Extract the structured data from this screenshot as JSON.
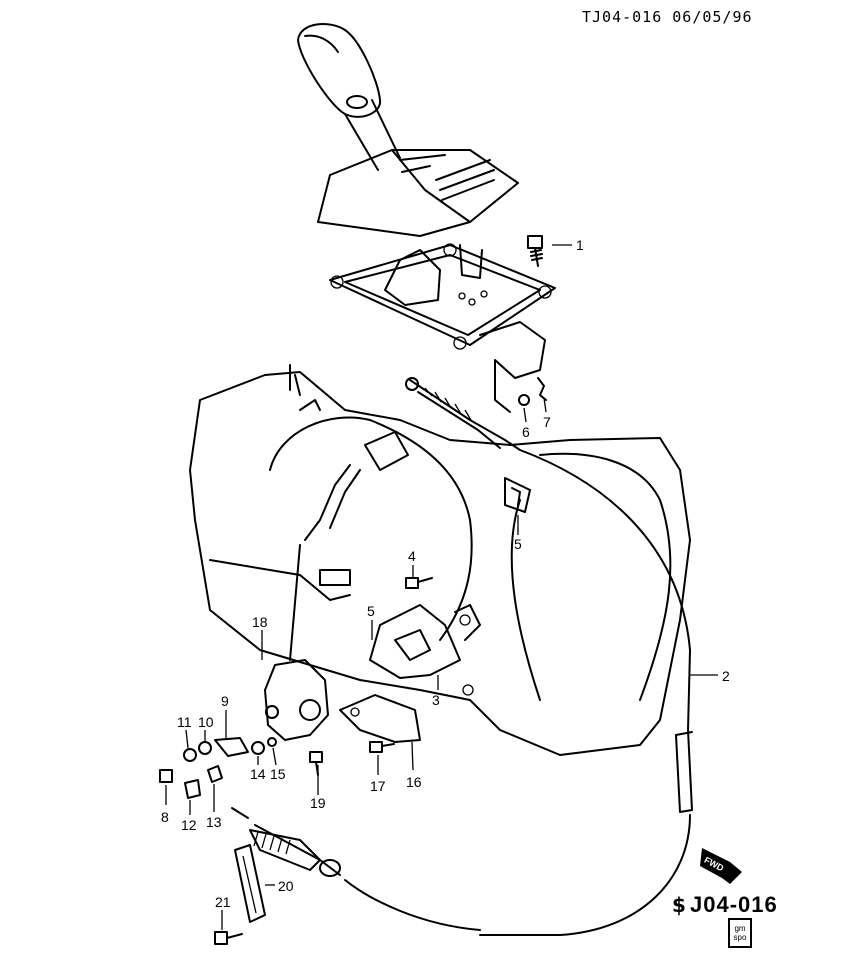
{
  "header": {
    "reference": "TJ04-016 06/05/96"
  },
  "footer": {
    "code": "J04-016",
    "logo_line1": "gm",
    "logo_line2": "spo",
    "fwd": "FWD"
  },
  "callouts": [
    "1",
    "2",
    "3",
    "4",
    "5",
    "5",
    "6",
    "7",
    "8",
    "9",
    "10",
    "11",
    "12",
    "13",
    "14",
    "15",
    "16",
    "17",
    "18",
    "19",
    "20",
    "21"
  ]
}
